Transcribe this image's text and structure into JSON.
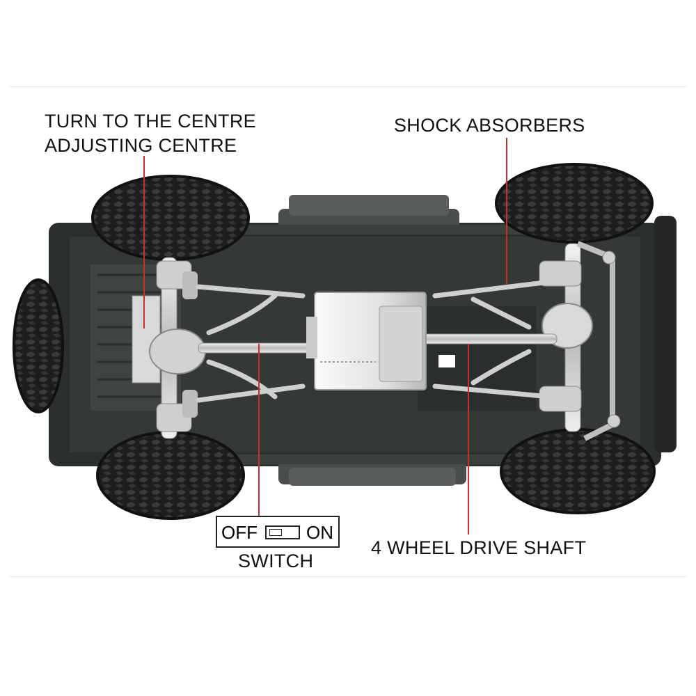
{
  "labels": {
    "turn_centre": "TURN TO THE CENTRE",
    "adjusting_centre": "ADJUSTING CENTRE",
    "shock_absorbers": "SHOCK ABSORBERS",
    "switch_off": "OFF",
    "switch_on": "ON",
    "switch": "SWITCH",
    "drive_shaft": "4 WHEEL DRIVE SHAFT"
  },
  "colors": {
    "leader_line": "#c8302a",
    "chassis": "#2b2f2d",
    "frame": "#3b403d",
    "tire": "#1c1d1c",
    "metal": "#c9c9c9"
  }
}
